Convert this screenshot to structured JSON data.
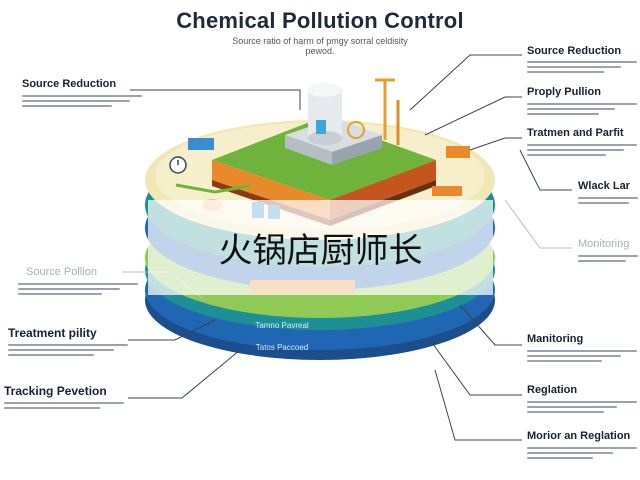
{
  "title": "Chemical Pollution Control",
  "subtitle": "Source ratio of harm of pmgy sorral celdisity pewod.",
  "overlay_text": "火锅店厨师长",
  "left_labels": [
    {
      "id": "source-reduction",
      "text": "Source Reduction"
    },
    {
      "id": "source-pollion",
      "text": "Source Pollion"
    },
    {
      "id": "treatment-pility",
      "text": "Treatment pility"
    },
    {
      "id": "tracking-pevetion",
      "text": "Tracking Pevetion"
    }
  ],
  "right_labels": [
    {
      "id": "source-reduction-r",
      "text": "Source Reduction"
    },
    {
      "id": "proply-pullion",
      "text": "Proply Pullion"
    },
    {
      "id": "tratmen-and-parfit",
      "text": "Tratmen and Parfit"
    },
    {
      "id": "wlack-lar",
      "text": "Wlack Lar"
    },
    {
      "id": "monitoring-faded",
      "text": "Monitoring"
    },
    {
      "id": "manitoring",
      "text": "Manitoring"
    },
    {
      "id": "reglation",
      "text": "Reglation"
    },
    {
      "id": "morior-an-reglation",
      "text": "Morior an Reglation"
    }
  ],
  "layer_labels": {
    "upper": "Tamno Pavreal",
    "lower": "Tatos Paccoed"
  },
  "colors": {
    "top_green": "#6fb33c",
    "orange": "#e98a2a",
    "yellow": "#f1e7b5",
    "light_green": "#8fca55",
    "teal": "#1d8f95",
    "blue": "#1f66b3",
    "navy": "#1b4f8c"
  }
}
